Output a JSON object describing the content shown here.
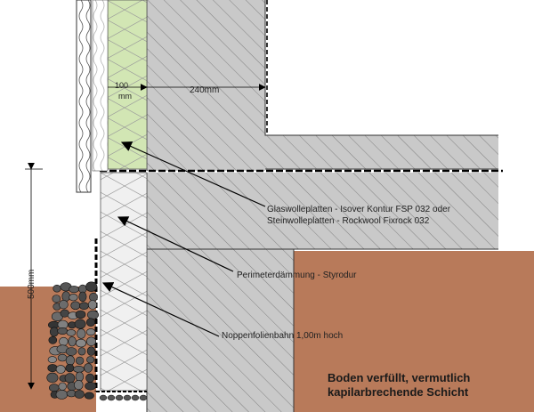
{
  "dimensions": {
    "insulation_width": [
      "100",
      "mm"
    ],
    "wall_width": "240mm",
    "height": "500mm"
  },
  "callouts": {
    "glass_wool": [
      "Glaswolleplatten - Isover Kontur FSP 032 oder",
      "Steinwolleplatten - Rockwool Fixrock 032"
    ],
    "perimeter": "Perimeterdämmung - Styrodur",
    "membrane": "Noppenfolienbahn 1,00m hoch"
  },
  "soil_note": [
    "Boden verfüllt, vermutlich",
    "kapilarbrechende Schicht"
  ],
  "colors": {
    "soil": "#b87a5a",
    "concrete": "#c9c9c9",
    "glass_wool": "#d2e6b4",
    "perimeter_insulation": "#f0f0f0",
    "hatch": "#6e6e6e"
  }
}
